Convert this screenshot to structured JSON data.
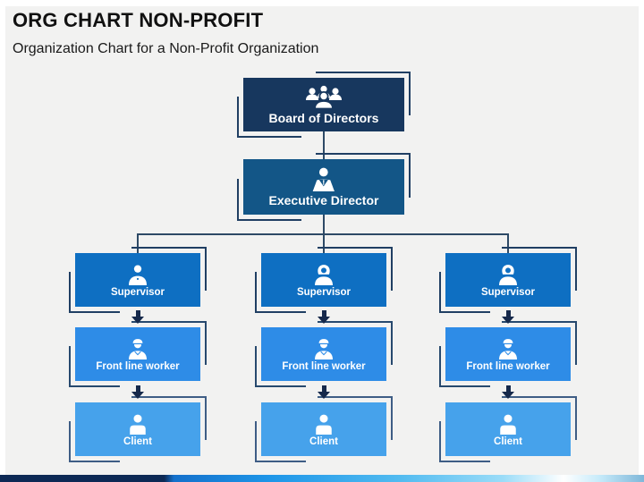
{
  "slide": {
    "title": "ORG CHART NON-PROFIT",
    "subtitle": "Organization Chart for a Non-Profit Organization"
  },
  "colors": {
    "page_background": "#ffffff",
    "slide_background": "#f2f2f1",
    "board_fill": "#17375e",
    "executive_fill": "#135687",
    "supervisor_fill": "#0e6fc2",
    "front_line_worker_fill": "#2e8ce7",
    "client_fill": "#46a2eb",
    "connector": "#2e4a66",
    "bracket_dark": "#203f63",
    "bracket_mid": "#27496e",
    "bracket_light": "#3e5d85",
    "arrow": "#16294b",
    "text_on_fill": "#ffffff",
    "title_text": "#111111",
    "bottom_bar_navy": "#0d2955",
    "bottom_bar_blue": "#1e96e8",
    "bottom_bar_light": "#9adcf8"
  },
  "org_chart": {
    "board": {
      "label": "Board of Directors",
      "icon": "people-group-icon"
    },
    "executive": {
      "label": "Executive Director",
      "icon": "person-suit-icon"
    },
    "columns": [
      {
        "supervisor": {
          "label": "Supervisor",
          "icon": "person-male-icon"
        },
        "front_line_worker": {
          "label": "Front line worker",
          "icon": "worker-icon"
        },
        "client": {
          "label": "Client",
          "icon": "person-bust-icon"
        }
      },
      {
        "supervisor": {
          "label": "Supervisor",
          "icon": "person-female-icon"
        },
        "front_line_worker": {
          "label": "Front line worker",
          "icon": "worker-icon"
        },
        "client": {
          "label": "Client",
          "icon": "person-bust-icon"
        }
      },
      {
        "supervisor": {
          "label": "Supervisor",
          "icon": "person-female-icon"
        },
        "front_line_worker": {
          "label": "Front line worker",
          "icon": "worker-icon"
        },
        "client": {
          "label": "Client",
          "icon": "person-bust-icon"
        }
      }
    ]
  }
}
